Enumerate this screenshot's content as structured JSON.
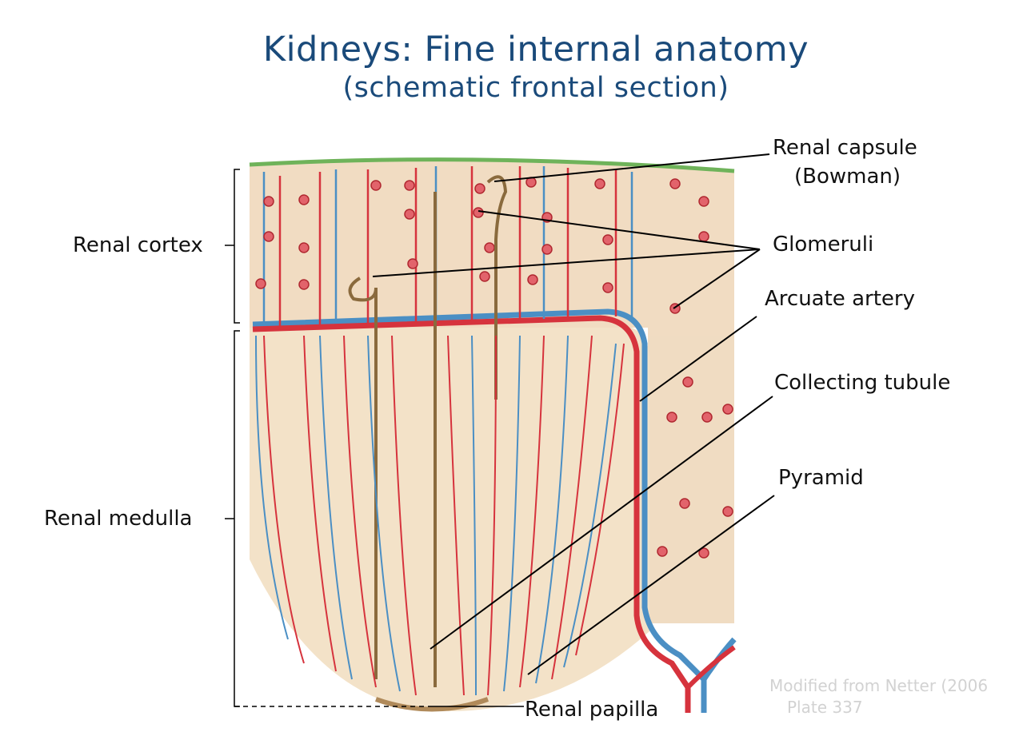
{
  "title": "Kidneys: Fine internal anatomy",
  "subtitle": "(schematic frontal section)",
  "labels": {
    "renal_capsule_line1": "Renal capsule",
    "renal_capsule_line2": "(Bowman)",
    "glomeruli": "Glomeruli",
    "arcuate_artery": "Arcuate artery",
    "collecting_tubule": "Collecting tubule",
    "pyramid": "Pyramid",
    "renal_cortex": "Renal cortex",
    "renal_medulla": "Renal medulla",
    "renal_papilla": "Renal papilla"
  },
  "credit": {
    "line1": "Modified from Netter (2006",
    "line2": "Plate 337"
  },
  "colors": {
    "title": "#1a4a7a",
    "tissue": "#f3dcc0",
    "artery": "#d6333d",
    "vein": "#4b8fc4",
    "tubule": "#8a6a3d",
    "capsule_edge": "#6fb35a"
  }
}
